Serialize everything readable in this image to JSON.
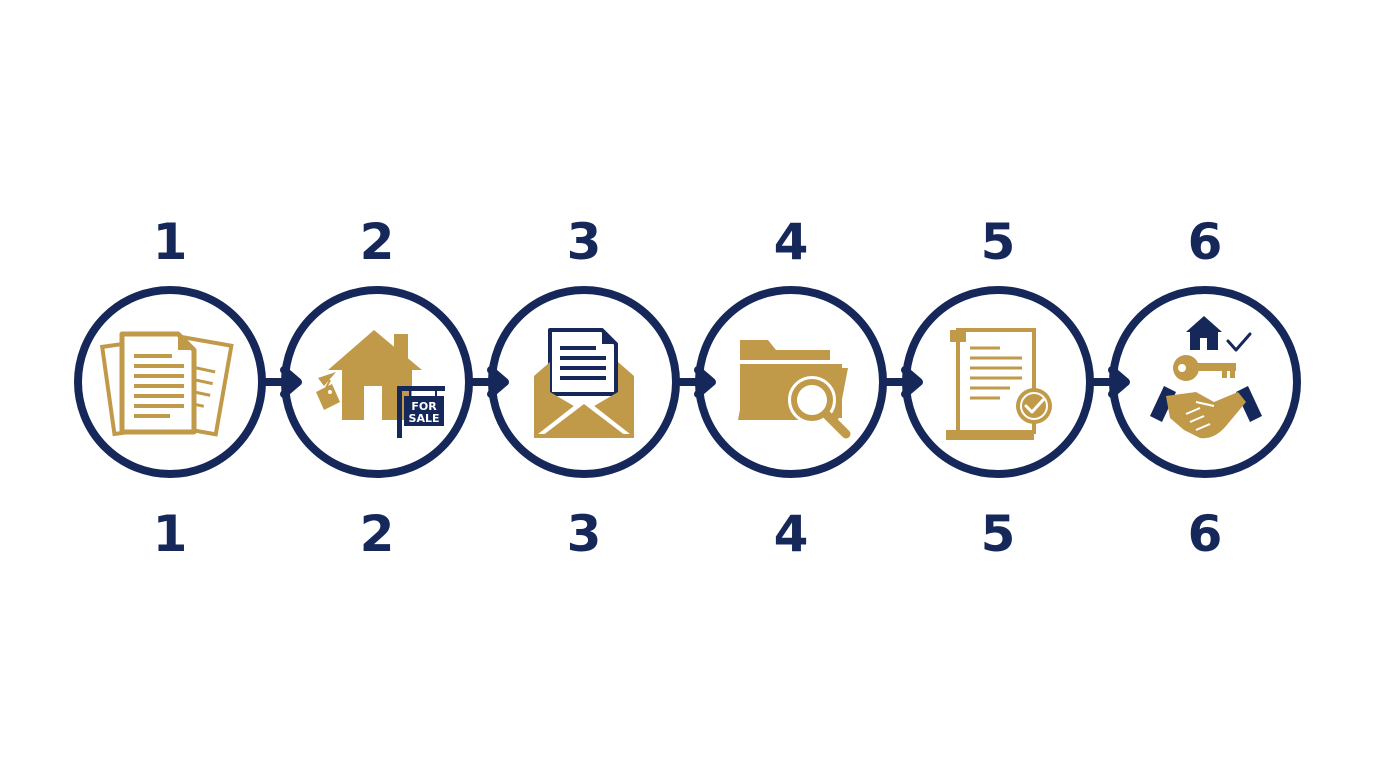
{
  "colors": {
    "navy": "#16285a",
    "gold": "#c19a49",
    "background": "#ffffff"
  },
  "steps": [
    {
      "number_top": "1",
      "number_bottom": "1",
      "icon": "documents-icon"
    },
    {
      "number_top": "2",
      "number_bottom": "2",
      "icon": "house-for-sale-icon",
      "sign_text_line1": "FOR",
      "sign_text_line2": "SALE"
    },
    {
      "number_top": "3",
      "number_bottom": "3",
      "icon": "envelope-letter-icon"
    },
    {
      "number_top": "4",
      "number_bottom": "4",
      "icon": "folder-search-icon"
    },
    {
      "number_top": "5",
      "number_bottom": "5",
      "icon": "certified-scroll-icon"
    },
    {
      "number_top": "6",
      "number_bottom": "6",
      "icon": "handshake-keys-icon"
    }
  ]
}
